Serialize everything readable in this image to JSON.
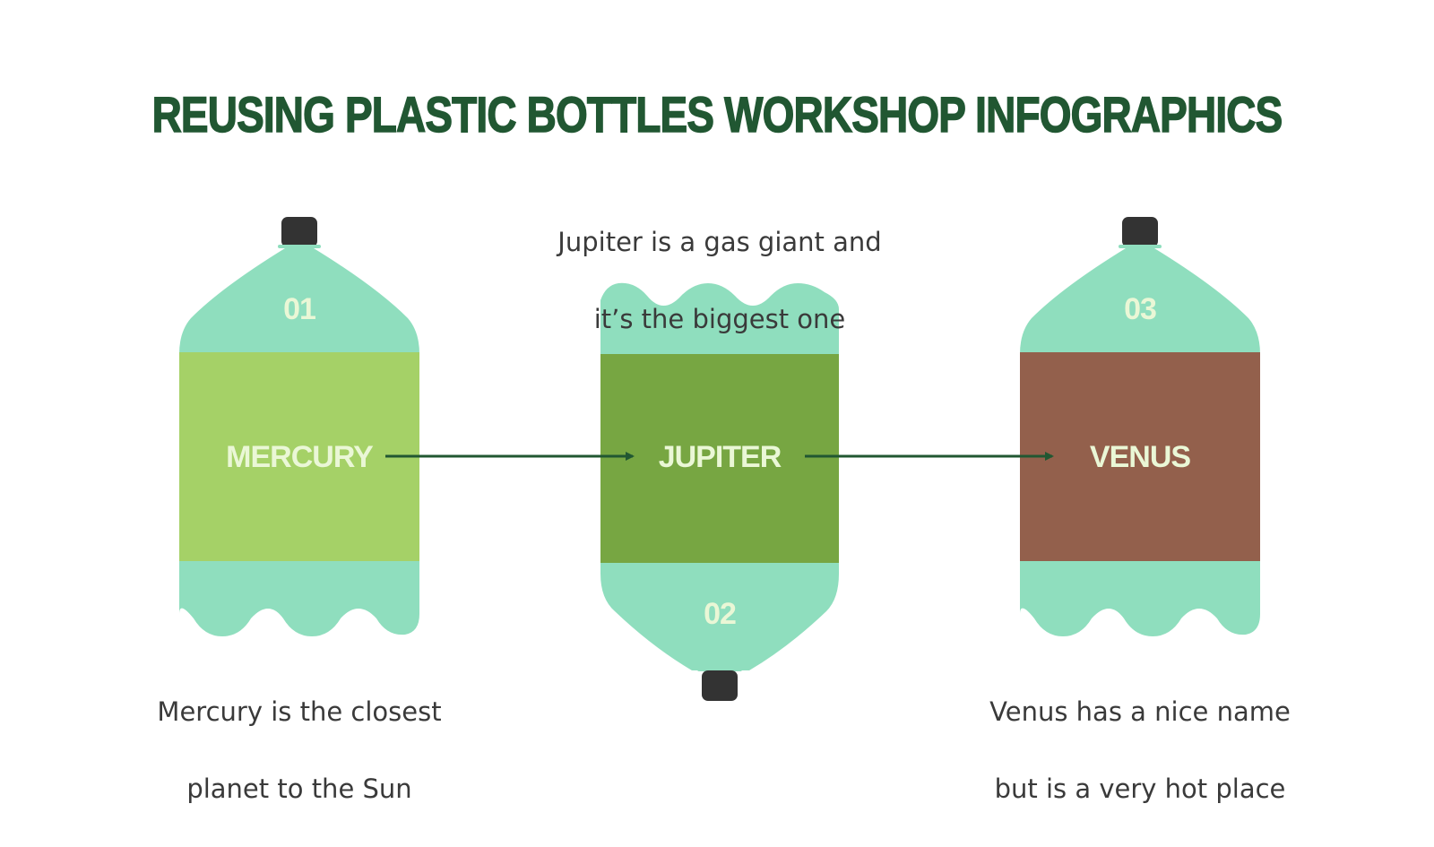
{
  "title": "REUSING PLASTIC BOTTLES WORKSHOP INFOGRAPHICS",
  "colors": {
    "title": "#215732",
    "bottle_body": "#8fdebe",
    "cap": "#333333",
    "label_text": "#eaf7d6",
    "arrow": "#215732",
    "description_text": "#3a3a3a"
  },
  "bottles": [
    {
      "number": "01",
      "name": "MERCURY",
      "band_color": "#a5d167",
      "orientation": "cap-top",
      "description": "Mercury is the closest planet to the Sun",
      "description_lines": [
        "Mercury is the closest",
        "planet to the Sun"
      ]
    },
    {
      "number": "02",
      "name": "JUPITER",
      "band_color": "#77a642",
      "orientation": "cap-bottom",
      "description": "Jupiter is a gas giant and it’s the biggest one",
      "description_lines": [
        "Jupiter is a gas giant and",
        "it’s the biggest one"
      ]
    },
    {
      "number": "03",
      "name": "VENUS",
      "band_color": "#93604c",
      "orientation": "cap-top",
      "description": "Venus has a nice name but is a very hot place",
      "description_lines": [
        "Venus has a nice name",
        "but is a very hot place"
      ]
    }
  ],
  "arrows": [
    {
      "from": "MERCURY",
      "to": "JUPITER"
    },
    {
      "from": "JUPITER",
      "to": "VENUS"
    }
  ]
}
